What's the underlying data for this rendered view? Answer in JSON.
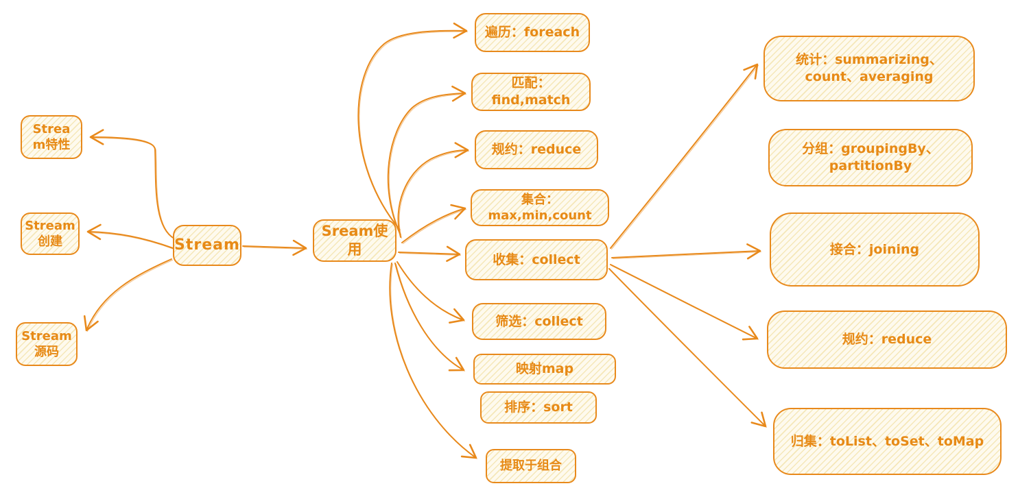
{
  "colors": {
    "accent": "#e8891b",
    "node_fill": "#fefaee",
    "node_hatch": "#f5e7b8",
    "text": "#e78a16",
    "background": "#ffffff"
  },
  "nodes": {
    "features": {
      "label": "Strea\nm特性"
    },
    "create": {
      "label": "Stream\n创建"
    },
    "source": {
      "label": "Stream\n源码"
    },
    "root": {
      "label": "Stream"
    },
    "usage": {
      "label": "Sream使用"
    },
    "traverse": {
      "label": "遍历：foreach"
    },
    "match": {
      "label": "匹配：find,match"
    },
    "reduce_mid": {
      "label": "规约：reduce"
    },
    "aggregate": {
      "label": "集合：max,min,count"
    },
    "collect": {
      "label": "收集：collect"
    },
    "filter": {
      "label": "筛选：collect"
    },
    "map": {
      "label": "映射map"
    },
    "sort": {
      "label": "排序：sort"
    },
    "extract": {
      "label": "提取于组合"
    },
    "stats": {
      "label": "统计：summarizing、count、averaging"
    },
    "group": {
      "label": "分组：groupingBy、partitionBy"
    },
    "join": {
      "label": "接合：joining"
    },
    "reduce_right": {
      "label": "规约：reduce"
    },
    "collect_to": {
      "label": "归集：toList、toSet、toMap"
    }
  },
  "edges": [
    {
      "from": "root",
      "to": "features"
    },
    {
      "from": "root",
      "to": "create"
    },
    {
      "from": "root",
      "to": "source"
    },
    {
      "from": "root",
      "to": "usage"
    },
    {
      "from": "usage",
      "to": "traverse"
    },
    {
      "from": "usage",
      "to": "match"
    },
    {
      "from": "usage",
      "to": "reduce_mid"
    },
    {
      "from": "usage",
      "to": "aggregate"
    },
    {
      "from": "usage",
      "to": "collect"
    },
    {
      "from": "usage",
      "to": "filter"
    },
    {
      "from": "usage",
      "to": "map"
    },
    {
      "from": "usage",
      "to": "extract"
    },
    {
      "from": "collect",
      "to": "stats"
    },
    {
      "from": "collect",
      "to": "join"
    },
    {
      "from": "collect",
      "to": "reduce_right"
    },
    {
      "from": "collect",
      "to": "collect_to"
    }
  ]
}
